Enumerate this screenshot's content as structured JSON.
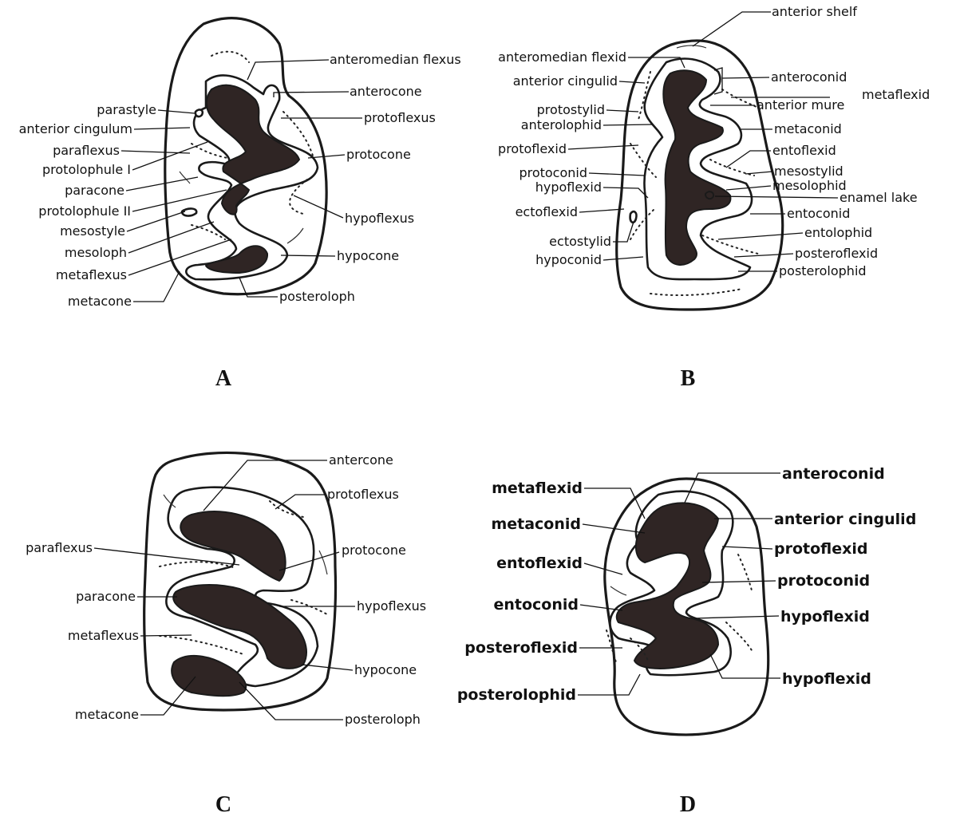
{
  "panels": {
    "A": {
      "letter": "A",
      "labels": {
        "anteromedian_flexus": "anteromedian flexus",
        "anterocone": "anterocone",
        "protoflexus": "protoflexus",
        "protocone": "protocone",
        "hypoflexus": "hypoflexus",
        "hypocone": "hypocone",
        "posteroloph": "posteroloph",
        "parastyle": "parastyle",
        "anterior_cingulum": "anterior cingulum",
        "paraflexus": "paraflexus",
        "protolophule_1": "protolophule I",
        "paracone": "paracone",
        "protolophule_2": "protolophule II",
        "mesostyle": "mesostyle",
        "mesoloph": "mesoloph",
        "metaflexus": "metaflexus",
        "metacone": "metacone"
      }
    },
    "B": {
      "letter": "B",
      "labels": {
        "anterior_shelf": "anterior shelf",
        "anteromedian_flexid": "anteromedian flexid",
        "anterior_cingulid": "anterior cingulid",
        "protostylid": "protostylid",
        "anterolophid": "anterolophid",
        "protoflexid": "protoflexid",
        "protoconid": "protoconid",
        "hypoflexid": "hypoflexid",
        "ectoflexid": "ectoflexid",
        "ectostylid": "ectostylid",
        "hypoconid": "hypoconid",
        "anteroconid": "anteroconid",
        "metaflexid": "metaflexid",
        "anterior_mure": "anterior mure",
        "metaconid": "metaconid",
        "entoflexid": "entoflexid",
        "mesostylid": "mesostylid",
        "mesolophid": "mesolophid",
        "enamel_lake": "enamel lake",
        "entoconid": "entoconid",
        "entolophid": "entolophid",
        "posteroflexid": "posteroflexid",
        "posterolophid": "posterolophid"
      }
    },
    "C": {
      "letter": "C",
      "labels": {
        "antercone": "antercone",
        "protoflexus": "protoflexus",
        "protocone": "protocone",
        "hypoflexus": "hypoflexus",
        "hypocone": "hypocone",
        "posteroloph": "posteroloph",
        "paraflexus": "paraflexus",
        "paracone": "paracone",
        "metaflexus": "metaflexus",
        "metacone": "metacone"
      }
    },
    "D": {
      "letter": "D",
      "labels": {
        "anteroconid": "anteroconid",
        "anterior_cingulid": "anterior cingulid",
        "protoflexid": "protoflexid",
        "protoconid": "protoconid",
        "hypoflexid_1": "hypoflexid",
        "hypoflexid_2": "hypoflexid",
        "metaflexid": "metaflexid",
        "metaconid": "metaconid",
        "entoflexid": "entoflexid",
        "entoconid": "entoconid",
        "posteroflexid": "posteroflexid",
        "posterolophid": "posterolophid"
      }
    }
  }
}
